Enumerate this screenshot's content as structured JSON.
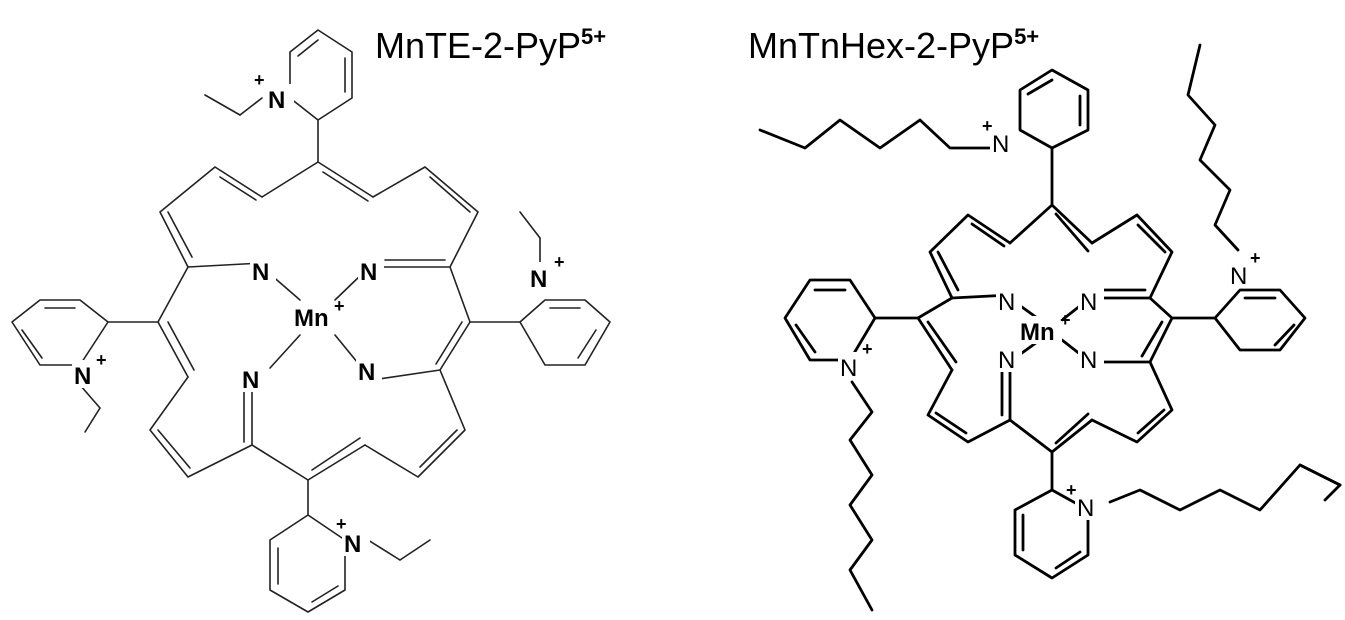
{
  "molecules": [
    {
      "name": "MnTE-2-PyP",
      "charge": "5+",
      "atoms": {
        "metal": "Mn",
        "metal_charge": "+",
        "nitrogen": "N",
        "plus": "+"
      }
    },
    {
      "name": "MnTnHex-2-PyP",
      "charge": "5+",
      "atoms": {
        "metal": "Mn",
        "metal_charge": "+",
        "nitrogen": "N",
        "plus": "+"
      }
    }
  ]
}
